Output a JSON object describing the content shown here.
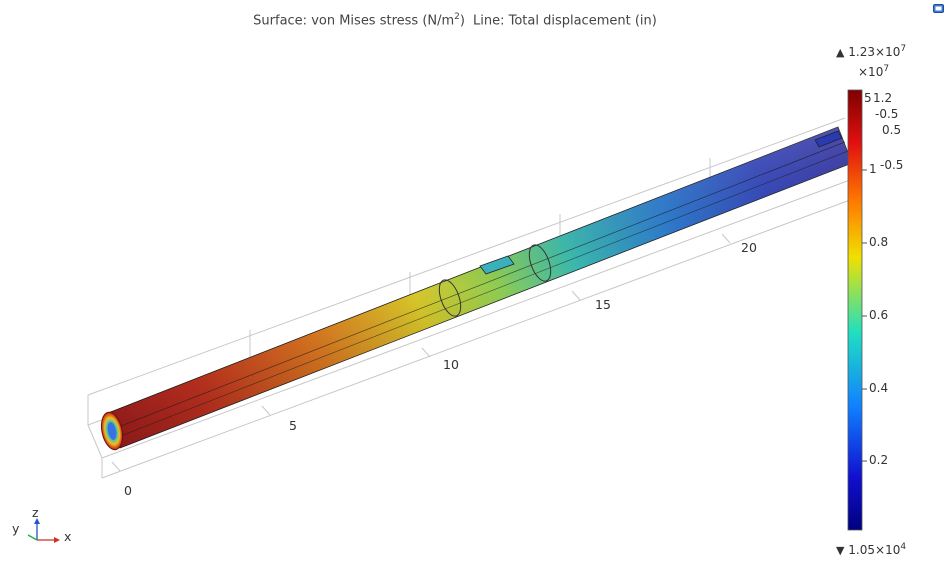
{
  "plot": {
    "title_surface": "Surface: von Mises stress (N/m",
    "title_surface_sup": "2",
    "title_surface_close": ")",
    "title_line": "Line: Total displacement (in)"
  },
  "colorbar": {
    "max_label": "1.23×10",
    "max_exp": "7",
    "scale_label": "×10",
    "scale_exp": "7",
    "min_label": "1.05×10",
    "min_exp": "4",
    "up_triangle": "▲",
    "down_triangle": "▼",
    "ticks": [
      "1",
      "0.8",
      "0.6",
      "0.4",
      "0.2"
    ],
    "overlap_labels": [
      "5",
      "1.2",
      "-0.5",
      "0.5",
      "-0.5"
    ],
    "colors": [
      "#8b0000",
      "#ff0000",
      "#ffff00",
      "#00ffff",
      "#0000ff",
      "#00007f"
    ]
  },
  "axis": {
    "x_ticks": [
      "0",
      "5",
      "10",
      "15",
      "20"
    ]
  },
  "triad": {
    "y": "y",
    "z": "z",
    "x": "x"
  }
}
